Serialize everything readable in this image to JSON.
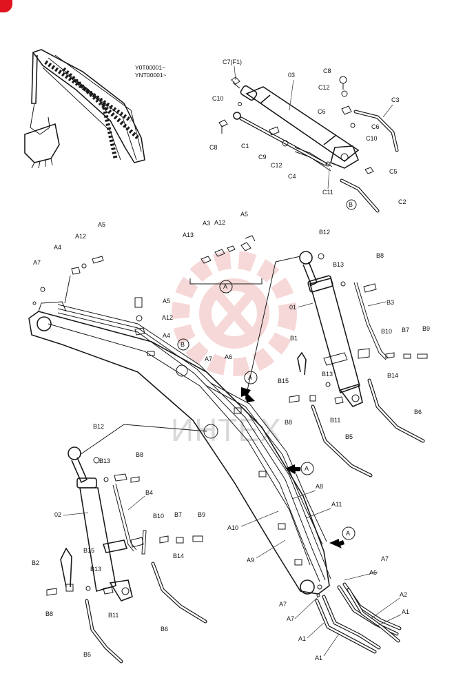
{
  "serials": [
    "Y0T00001~",
    "YNT00001~"
  ],
  "watermark": "ИНТЕХ",
  "colors": {
    "corner_badge": "#e0141e",
    "watermark_logo": "#f0b9b9",
    "line": "#1a1a1a"
  },
  "callouts": {
    "A": "A",
    "B": "B",
    "c7": "C7(F1)",
    "o3": "03",
    "c8a": "C8",
    "c12a": "C12",
    "c3": "C3",
    "c6a": "C6",
    "c6b": "C6",
    "c10a": "C10",
    "c10b": "C10",
    "c8b": "C8",
    "c1": "C1",
    "c9": "C9",
    "c12b": "C12",
    "c4": "C4",
    "c11": "C11",
    "c5": "C5",
    "c2": "C2",
    "a5a": "A5",
    "a12a": "A12",
    "a4a": "A4",
    "a7a": "A7",
    "a13": "A13",
    "a3": "A3",
    "a12b": "A12",
    "a5b": "A5",
    "a5c": "A5",
    "a12c": "A12",
    "a4c": "A4",
    "b12a": "B12",
    "b13a": "B13",
    "b8a": "B8",
    "o1": "01",
    "b3": "B3",
    "b1": "B1",
    "b10a": "B10",
    "b7a": "B7",
    "b9a": "B9",
    "b15a": "B15",
    "b13b": "B13",
    "b14a": "B14",
    "b8b": "B8",
    "b11a": "B11",
    "b6a": "B6",
    "b5a": "B5",
    "a7b": "A7",
    "a6a": "A6",
    "a8": "A8",
    "a11": "A11",
    "a10": "A10",
    "a9": "A9",
    "b12b": "B12",
    "b13c": "B13",
    "b8c": "B8",
    "b4": "B4",
    "o2": "02",
    "b10b": "B10",
    "b7b": "B7",
    "b9b": "B9",
    "b14b": "B14",
    "b2": "B2",
    "b15b": "B15",
    "b13d": "B13",
    "b8d": "B8",
    "b11b": "B11",
    "b6b": "B6",
    "b5b": "B5",
    "a7c": "A7",
    "a6b": "A6",
    "a7d": "A7",
    "a7e": "A7",
    "a2": "A2",
    "a1a": "A1",
    "a1b": "A1",
    "a1c": "A1"
  }
}
